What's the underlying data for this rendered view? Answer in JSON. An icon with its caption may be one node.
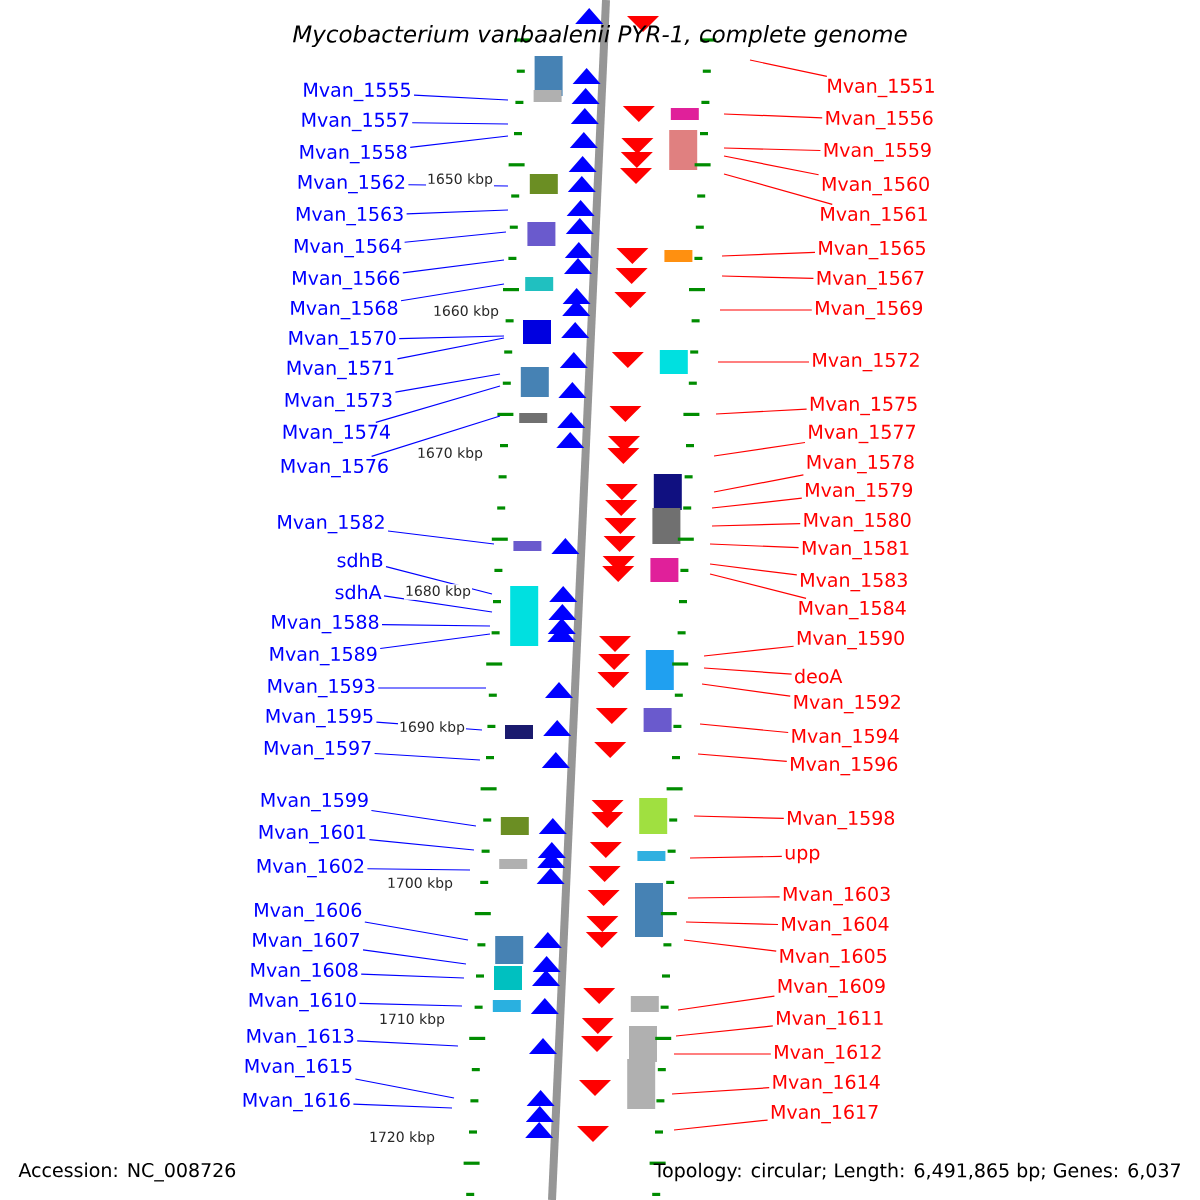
{
  "diagram": {
    "title": "Mycobacterium vanbaalenii PYR-1, complete genome",
    "nodes": [
      {
        "text": [
          "Mvan_1555"
        ]
      },
      {
        "text": [
          "Mvan_1557"
        ]
      },
      {
        "text": [
          "Mvan_1558"
        ]
      },
      {
        "text": [
          "Mvan_1562"
        ]
      },
      {
        "text": [
          "Mvan_1563"
        ]
      },
      {
        "text": [
          "Mvan_1564"
        ]
      },
      {
        "text": [
          "Mvan_1566"
        ]
      },
      {
        "text": [
          "Mvan_1568"
        ]
      },
      {
        "text": [
          "Mvan_1570"
        ]
      },
      {
        "text": [
          "Mvan_1571"
        ]
      },
      {
        "text": [
          "Mvan_1573"
        ]
      },
      {
        "text": [
          "Mvan_1574"
        ]
      },
      {
        "text": [
          "Mvan_1576"
        ]
      },
      {
        "text": [
          "Mvan_1582"
        ]
      },
      {
        "text": [
          "sdhB"
        ]
      },
      {
        "text": [
          "sdhA"
        ]
      },
      {
        "text": [
          "Mvan_1588"
        ]
      },
      {
        "text": [
          "Mvan_1589"
        ]
      },
      {
        "text": [
          "Mvan_1593"
        ]
      },
      {
        "text": [
          "Mvan_1595"
        ]
      },
      {
        "text": [
          "Mvan_1597"
        ]
      },
      {
        "text": [
          "Mvan_1599"
        ]
      },
      {
        "text": [
          "Mvan_1601"
        ]
      },
      {
        "text": [
          "Mvan_1602"
        ]
      },
      {
        "text": [
          "Mvan_1606"
        ]
      },
      {
        "text": [
          "Mvan_1607"
        ]
      },
      {
        "text": [
          "Mvan_1608"
        ]
      },
      {
        "text": [
          "Mvan_1610"
        ]
      },
      {
        "text": [
          "Mvan_1613"
        ]
      },
      {
        "text": [
          "Mvan_1615"
        ]
      },
      {
        "text": [
          "Mvan_1616"
        ]
      },
      {
        "text": [
          "Mvan_1551"
        ]
      },
      {
        "text": [
          "Mvan_1556"
        ]
      },
      {
        "text": [
          "Mvan_1559"
        ]
      },
      {
        "text": [
          "Mvan_1560"
        ]
      },
      {
        "text": [
          "Mvan_1561"
        ]
      },
      {
        "text": [
          "Mvan_1565"
        ]
      },
      {
        "text": [
          "Mvan_1567"
        ]
      },
      {
        "text": [
          "Mvan_1569"
        ]
      },
      {
        "text": [
          "Mvan_1572"
        ]
      },
      {
        "text": [
          "Mvan_1575"
        ]
      },
      {
        "text": [
          "Mvan_1577"
        ]
      },
      {
        "text": [
          "Mvan_1578"
        ]
      },
      {
        "text": [
          "Mvan_1579"
        ]
      },
      {
        "text": [
          "Mvan_1580"
        ]
      },
      {
        "text": [
          "Mvan_1581"
        ]
      },
      {
        "text": [
          "Mvan_1583"
        ]
      },
      {
        "text": [
          "Mvan_1584"
        ]
      },
      {
        "text": [
          "Mvan_1590"
        ]
      },
      {
        "text": [
          "deoA"
        ]
      },
      {
        "text": [
          "Mvan_1592"
        ]
      },
      {
        "text": [
          "Mvan_1594"
        ]
      },
      {
        "text": [
          "Mvan_1596"
        ]
      },
      {
        "text": [
          "Mvan_1598"
        ]
      },
      {
        "text": [
          "upp"
        ]
      },
      {
        "text": [
          "Mvan_1603"
        ]
      },
      {
        "text": [
          "Mvan_1604"
        ]
      },
      {
        "text": [
          "Mvan_1605"
        ]
      },
      {
        "text": [
          "Mvan_1609"
        ]
      },
      {
        "text": [
          "Mvan_1611"
        ]
      },
      {
        "text": [
          "Mvan_1612"
        ]
      },
      {
        "text": [
          "Mvan_1614"
        ]
      },
      {
        "text": [
          "Mvan_1617"
        ]
      }
    ],
    "edges": [
      {
        "from": 0,
        "to": null,
        "arrow": "none",
        "color": "#0000ff"
      },
      {
        "from": 1,
        "to": null,
        "arrow": "none",
        "color": "#0000ff"
      },
      {
        "from": 2,
        "to": null,
        "arrow": "none",
        "color": "#0000ff"
      },
      {
        "from": 3,
        "to": null,
        "arrow": "none",
        "color": "#0000ff"
      },
      {
        "from": 4,
        "to": null,
        "arrow": "none",
        "color": "#0000ff"
      },
      {
        "from": 5,
        "to": null,
        "arrow": "none",
        "color": "#0000ff"
      },
      {
        "from": 6,
        "to": null,
        "arrow": "none",
        "color": "#0000ff"
      },
      {
        "from": 7,
        "to": null,
        "arrow": "none",
        "color": "#0000ff"
      },
      {
        "from": 8,
        "to": null,
        "arrow": "none",
        "color": "#0000ff"
      },
      {
        "from": 9,
        "to": null,
        "arrow": "none",
        "color": "#0000ff"
      },
      {
        "from": 10,
        "to": null,
        "arrow": "none",
        "color": "#0000ff"
      },
      {
        "from": 11,
        "to": null,
        "arrow": "none",
        "color": "#0000ff"
      },
      {
        "from": 12,
        "to": null,
        "arrow": "none",
        "color": "#0000ff"
      },
      {
        "from": 13,
        "to": null,
        "arrow": "none",
        "color": "#0000ff"
      },
      {
        "from": 14,
        "to": null,
        "arrow": "none",
        "color": "#0000ff"
      },
      {
        "from": 15,
        "to": null,
        "arrow": "none",
        "color": "#0000ff"
      },
      {
        "from": 16,
        "to": null,
        "arrow": "none",
        "color": "#0000ff"
      },
      {
        "from": 17,
        "to": null,
        "arrow": "none",
        "color": "#0000ff"
      },
      {
        "from": 18,
        "to": null,
        "arrow": "none",
        "color": "#0000ff"
      },
      {
        "from": 19,
        "to": null,
        "arrow": "none",
        "color": "#0000ff"
      },
      {
        "from": 20,
        "to": null,
        "arrow": "none",
        "color": "#0000ff"
      },
      {
        "from": 21,
        "to": null,
        "arrow": "none",
        "color": "#0000ff"
      },
      {
        "from": 22,
        "to": null,
        "arrow": "none",
        "color": "#0000ff"
      },
      {
        "from": 23,
        "to": null,
        "arrow": "none",
        "color": "#0000ff"
      },
      {
        "from": 24,
        "to": null,
        "arrow": "none",
        "color": "#0000ff"
      },
      {
        "from": 25,
        "to": null,
        "arrow": "none",
        "color": "#0000ff"
      },
      {
        "from": 26,
        "to": null,
        "arrow": "none",
        "color": "#0000ff"
      },
      {
        "from": 27,
        "to": null,
        "arrow": "none",
        "color": "#0000ff"
      },
      {
        "from": 28,
        "to": null,
        "arrow": "none",
        "color": "#0000ff"
      },
      {
        "from": 29,
        "to": null,
        "arrow": "none",
        "color": "#0000ff"
      },
      {
        "from": 30,
        "to": null,
        "arrow": "none",
        "color": "#0000ff"
      },
      {
        "from": 31,
        "to": null,
        "arrow": "none"
      },
      {
        "from": 32,
        "to": null,
        "arrow": "none"
      },
      {
        "from": 33,
        "to": null,
        "arrow": "none"
      },
      {
        "from": 34,
        "to": null,
        "arrow": "none"
      },
      {
        "from": 35,
        "to": null,
        "arrow": "none"
      },
      {
        "from": 36,
        "to": null,
        "arrow": "none"
      },
      {
        "from": 37,
        "to": null,
        "arrow": "none"
      },
      {
        "from": 38,
        "to": null,
        "arrow": "none"
      },
      {
        "from": 39,
        "to": null,
        "arrow": "none"
      },
      {
        "from": 40,
        "to": null,
        "arrow": "none"
      },
      {
        "from": 41,
        "to": null,
        "arrow": "none"
      },
      {
        "from": 42,
        "to": null,
        "arrow": "none"
      },
      {
        "from": 43,
        "to": null,
        "arrow": "none"
      },
      {
        "from": 44,
        "to": null,
        "arrow": "none"
      },
      {
        "from": 45,
        "to": null,
        "arrow": "none"
      },
      {
        "from": 46,
        "to": null,
        "arrow": "none"
      },
      {
        "from": 47,
        "to": null,
        "arrow": "none"
      },
      {
        "from": 48,
        "to": null,
        "arrow": "none"
      },
      {
        "from": 49,
        "to": null,
        "arrow": "none"
      },
      {
        "from": 50,
        "to": null,
        "arrow": "none"
      },
      {
        "from": 51,
        "to": null,
        "arrow": "none"
      },
      {
        "from": 52,
        "to": null,
        "arrow": "none"
      },
      {
        "from": 53,
        "to": null,
        "arrow": "none"
      },
      {
        "from": 54,
        "to": null,
        "arrow": "none"
      },
      {
        "from": 55,
        "to": null,
        "arrow": "none"
      },
      {
        "from": 56,
        "to": null,
        "arrow": "none"
      },
      {
        "from": 57,
        "to": null,
        "arrow": "none"
      },
      {
        "from": 58,
        "to": null,
        "arrow": "none"
      },
      {
        "from": 59,
        "to": null,
        "arrow": "none"
      },
      {
        "from": 60,
        "to": null,
        "arrow": "none"
      },
      {
        "from": 61,
        "to": null,
        "arrow": "none"
      },
      {
        "from": 62,
        "to": null,
        "arrow": "none"
      }
    ],
    "labels": [
      "1650 kbp",
      "1660 kbp",
      "1670 kbp",
      "1680 kbp",
      "1690 kbp",
      "1700 kbp",
      "1710 kbp",
      "1720 kbp",
      "Accession: NC_008726",
      "Topology: circular; Length: 6,491,865 bp; Genes: 6,037"
    ]
  }
}
